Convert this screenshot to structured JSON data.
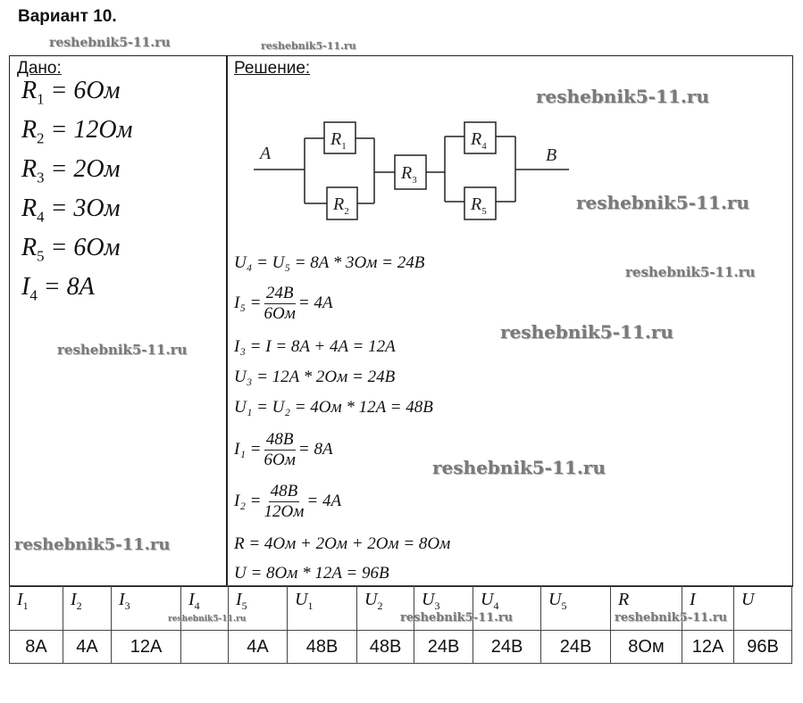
{
  "title": "Вариант 10.",
  "given_label": "Дано:",
  "solution_label": "Решение:",
  "given": [
    {
      "sym": "R",
      "sub": "1",
      "val": "6Ом"
    },
    {
      "sym": "R",
      "sub": "2",
      "val": "12Ом"
    },
    {
      "sym": "R",
      "sub": "3",
      "val": "2Ом"
    },
    {
      "sym": "R",
      "sub": "4",
      "val": "3Ом"
    },
    {
      "sym": "R",
      "sub": "5",
      "val": "6Ом"
    },
    {
      "sym": "I",
      "sub": "4",
      "val": "8A"
    }
  ],
  "circuit": {
    "a": "A",
    "b": "B",
    "r": [
      "R",
      "R",
      "R",
      "R",
      "R"
    ],
    "subs": [
      "1",
      "2",
      "3",
      "4",
      "5"
    ]
  },
  "solution": {
    "l1": "U₄ = U₅ = 8A * 3Ом = 24B",
    "l2": {
      "lhs": "I₅ =",
      "num": "24B",
      "den": "6Ом",
      "rhs": "= 4A"
    },
    "l3": "I₃ = I = 8A + 4A = 12A",
    "l4": "U₃ = 12A * 2Ом = 24B",
    "l5": "U₁ = U₂ = 4Ом * 12A = 48B",
    "l6": {
      "lhs": "I₁ =",
      "num": "48B",
      "den": "6Ом",
      "rhs": "= 8A"
    },
    "l7": {
      "lhs": "I₂ =",
      "num": "48B",
      "den": "12Ом",
      "rhs": "= 4A"
    },
    "l8": "R = 4Ом + 2Ом + 2Ом = 8Ом",
    "l9": "U = 8Ом * 12A = 96B"
  },
  "table": {
    "headers": [
      {
        "s": "I",
        "sub": "1"
      },
      {
        "s": "I",
        "sub": "2"
      },
      {
        "s": "I",
        "sub": "3"
      },
      {
        "s": "I",
        "sub": "4"
      },
      {
        "s": "I",
        "sub": "5"
      },
      {
        "s": "U",
        "sub": "1"
      },
      {
        "s": "U",
        "sub": "2"
      },
      {
        "s": "U",
        "sub": "3"
      },
      {
        "s": "U",
        "sub": "4"
      },
      {
        "s": "U",
        "sub": "5"
      },
      {
        "s": "R",
        "sub": ""
      },
      {
        "s": "I",
        "sub": ""
      },
      {
        "s": "U",
        "sub": ""
      }
    ],
    "values": [
      "8A",
      "4A",
      "12A",
      "",
      "4A",
      "48B",
      "48B",
      "24B",
      "24B",
      "24B",
      "8Ом",
      "12A",
      "96B"
    ]
  },
  "watermark": "reshebnik5-11.ru"
}
